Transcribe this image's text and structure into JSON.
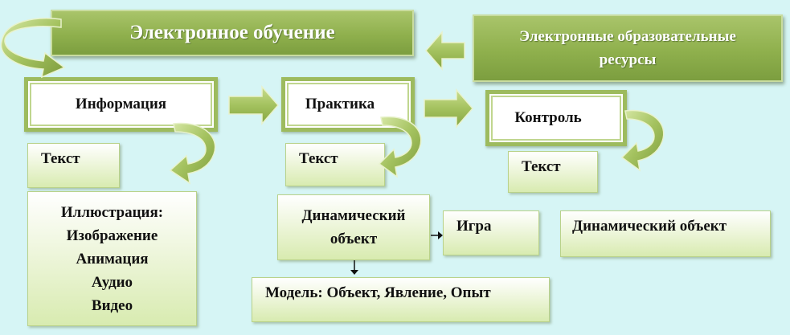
{
  "headers": {
    "main": "Электронное обучение",
    "resources": "Электронные образовательные ресурсы"
  },
  "stages": {
    "information": "Информация",
    "practice": "Практика",
    "control": "Контроль"
  },
  "information_items": {
    "text": "Текст",
    "illustration_title": "Иллюстрация:",
    "illustration_items": [
      "Изображение",
      "Анимация",
      "Аудио",
      "Видео"
    ]
  },
  "practice_items": {
    "text": "Текст",
    "dynamic_object": "Динамический объект",
    "game": "Игра",
    "model": "Модель: Объект, Явление, Опыт"
  },
  "control_items": {
    "text": "Текст",
    "dynamic_object": "Динамический объект"
  },
  "colors": {
    "background": "#d6f5f5",
    "header_green": "#8fb04d",
    "frame_green": "#9dbb5e",
    "box_light": "#eef6dc"
  }
}
